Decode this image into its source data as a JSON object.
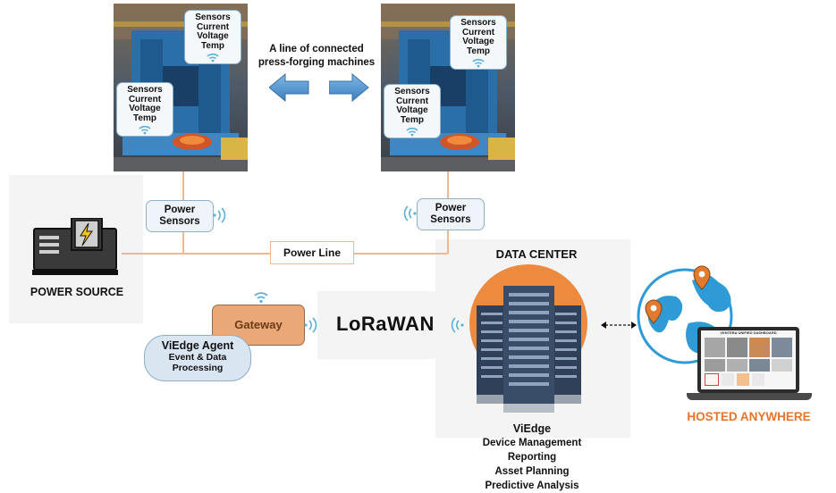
{
  "machines": {
    "left": {
      "sensor_top": [
        "Sensors",
        "Current",
        "Voltage",
        "Temp"
      ],
      "sensor_bottom": [
        "Sensors",
        "Current",
        "Voltage",
        "Temp"
      ]
    },
    "right": {
      "sensor_top": [
        "Sensors",
        "Current",
        "Voltage",
        "Temp"
      ],
      "sensor_bottom": [
        "Sensors",
        "Current",
        "Voltage",
        "Temp"
      ]
    }
  },
  "machine_line_label": [
    "A line of connected",
    "press-forging machines"
  ],
  "power_sensors": {
    "left": [
      "Power",
      "Sensors"
    ],
    "right": [
      "Power",
      "Sensors"
    ]
  },
  "power_line_label": "Power Line",
  "power_source_label": "POWER SOURCE",
  "gateway_label": "Gateway",
  "agent": {
    "title": "ViEdge Agent",
    "lines": [
      "Event & Data",
      "Processing"
    ]
  },
  "lorawan_label": "LoRaWAN",
  "data_center": {
    "title": "DATA CENTER",
    "features": [
      "ViEdge",
      "Device Management",
      "Reporting",
      "Asset Planning",
      "Predictive Analysis"
    ]
  },
  "dashboard_title": "VENTERA UNIFIED DASHBOARD",
  "hosted_label": "HOSTED ANYWHERE",
  "colors": {
    "accent_orange": "#e07a2e",
    "panel_border": "#8fb1c8",
    "line": "#f0b88c",
    "globe_blue": "#2e9bd6",
    "hosted_text": "#e8742a"
  },
  "icons": [
    "wifi-icon",
    "lightning-icon",
    "location-pin-icon",
    "laptop-icon",
    "server-rack-icon",
    "arrow-left-icon",
    "arrow-right-icon"
  ]
}
